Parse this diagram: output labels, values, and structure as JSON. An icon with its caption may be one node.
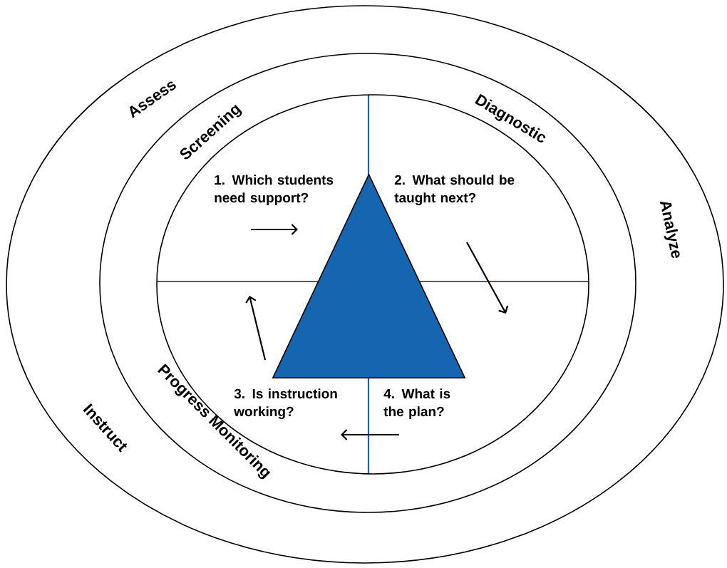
{
  "diagram": {
    "nodes": [
      {
        "text": [
          "Assess",
          "Analyze",
          "Instruct"
        ]
      },
      {
        "text": [
          "Screening",
          "Diagnostic",
          "Progress Monitoring"
        ],
        "in": 0
      },
      {
        "text": [],
        "shape": "ellipse",
        "in": 1
      },
      {
        "text": [],
        "shape": "triangle",
        "in": 2
      },
      {
        "text": [
          "1. Which students need support?"
        ],
        "in": 2
      },
      {
        "text": [
          "2. What should be taught next?"
        ],
        "in": 2
      },
      {
        "text": [
          "3. Is instruction working?"
        ],
        "in": 2
      },
      {
        "text": [
          "4. What is the plan?"
        ],
        "in": 2
      }
    ]
  }
}
